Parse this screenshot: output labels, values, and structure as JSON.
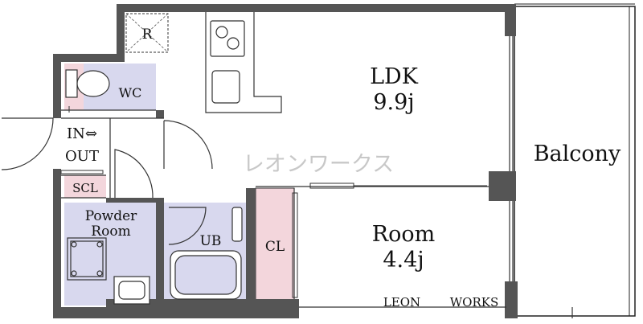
{
  "rooms": {
    "ldk": {
      "name": "LDK",
      "size": "9.9j"
    },
    "room": {
      "name": "Room",
      "size": "4.4j"
    },
    "balcony": "Balcony",
    "wc": "WC",
    "entrance": {
      "line1": "IN⇔",
      "line2": "OUT"
    },
    "scl": "SCL",
    "powder": {
      "line1": "Powder",
      "line2": "Room"
    },
    "ub": "UB",
    "cl": "CL",
    "fridge": "R"
  },
  "watermark": "レオンワークス",
  "brand": {
    "left": "LEON",
    "right": "WORKS"
  },
  "colors": {
    "wall": "#555555",
    "wet_area": "#d8d8ee",
    "closet": "#f3d6dc",
    "toilet_accent": "#f3d6dc",
    "watermark": "#c8c8c8"
  }
}
